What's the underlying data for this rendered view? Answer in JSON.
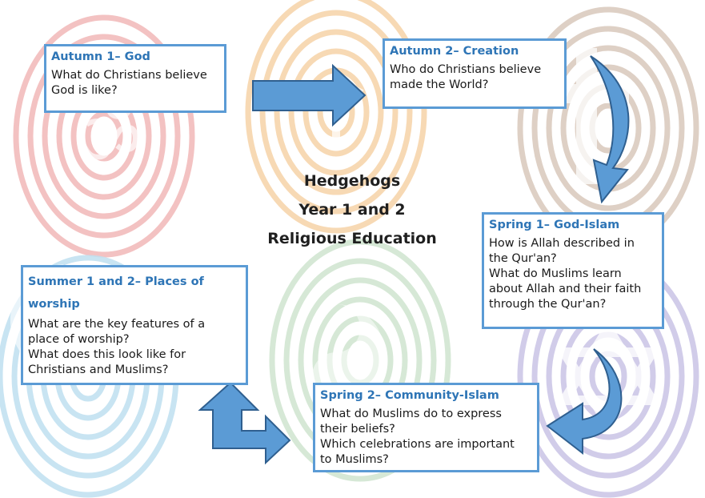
{
  "title": {
    "line1": "Hedgehogs",
    "line2": "Year 1 and 2",
    "line3": "Religious Education"
  },
  "boxes": {
    "autumn1": {
      "heading": "Autumn 1– God",
      "lines": [
        "What do Christians believe",
        "God is like?"
      ]
    },
    "autumn2": {
      "heading": "Autumn 2– Creation",
      "lines": [
        "Who do Christians believe",
        "made the World?"
      ]
    },
    "spring1": {
      "heading": "Spring 1– God-Islam",
      "lines": [
        "How is Allah described in",
        "the Qur'an?",
        "What do Muslims learn",
        "about Allah and their faith",
        "through the Qur'an?"
      ]
    },
    "spring2": {
      "heading": "Spring 2– Community-Islam",
      "lines": [
        "What do Muslims do to express",
        "their beliefs?",
        "Which celebrations are important",
        "to Muslims?"
      ]
    },
    "summer": {
      "heading_line1": "Summer 1 and 2– Places of",
      "heading_line2": "worship",
      "lines": [
        "What are the key features of a",
        "place of worship?",
        "What does this look like for",
        "Christians and Muslims?"
      ]
    }
  },
  "colors": {
    "box_border": "#5b9bd5",
    "heading": "#2e75b6",
    "arrow_fill": "#5b9bd5",
    "arrow_stroke": "#2f5f8f",
    "fingerprint_red": "#f2b8b8",
    "fingerprint_orange": "#f6d3a8",
    "fingerprint_brown": "#d9c8bb",
    "fingerprint_purple": "#c9c4e6",
    "fingerprint_green": "#cfe5cf",
    "fingerprint_blue": "#bfe0f0"
  },
  "icons": [
    "om-symbol-icon",
    "khanda-icon",
    "cross-icon",
    "star-of-david-icon",
    "yin-yang-icon",
    "crescent-icon"
  ]
}
